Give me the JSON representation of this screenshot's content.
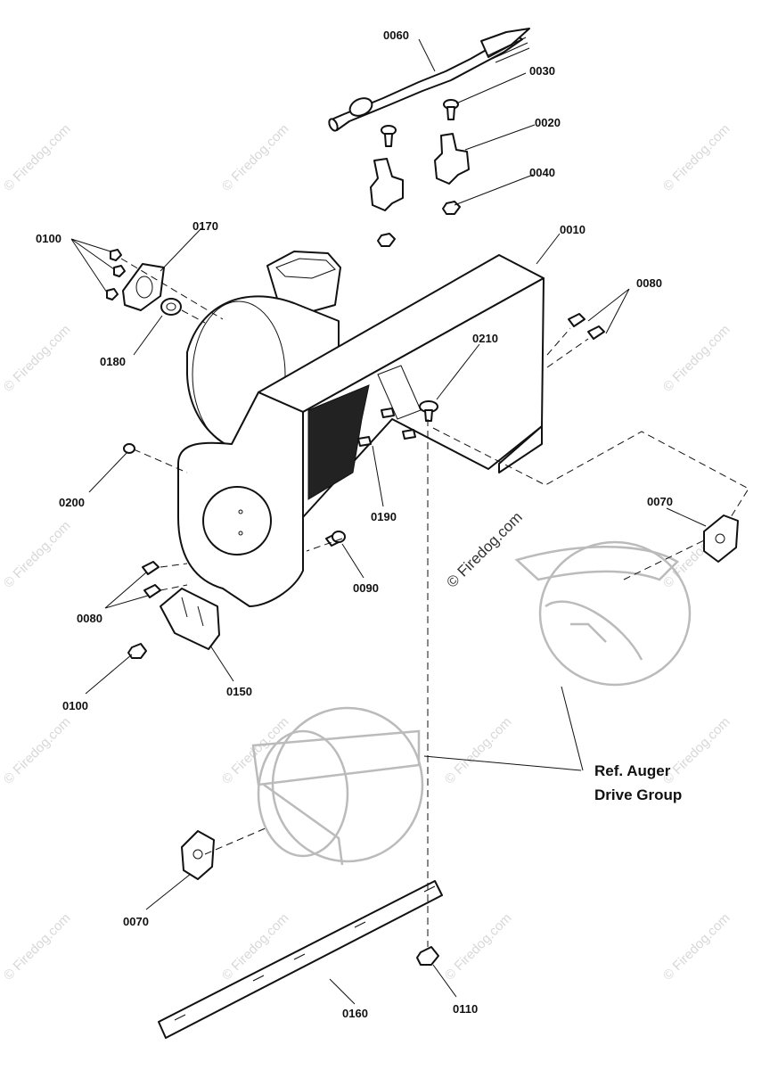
{
  "watermark": "© Firedog.com",
  "reference_note": [
    "Ref. Auger",
    "Drive Group"
  ],
  "callouts": {
    "c0060": "0060",
    "c0030": "0030",
    "c0020": "0020",
    "c0040": "0040",
    "c0010": "0010",
    "c0100_top": "0100",
    "c0170": "0170",
    "c0180": "0180",
    "c0080_right": "0080",
    "c0210": "0210",
    "c0200": "0200",
    "c0190": "0190",
    "c0090": "0090",
    "c0070_right": "0070",
    "c0080_left": "0080",
    "c0100_bottom": "0100",
    "c0150": "0150",
    "c0070_left": "0070",
    "c0160": "0160",
    "c0110": "0110"
  }
}
